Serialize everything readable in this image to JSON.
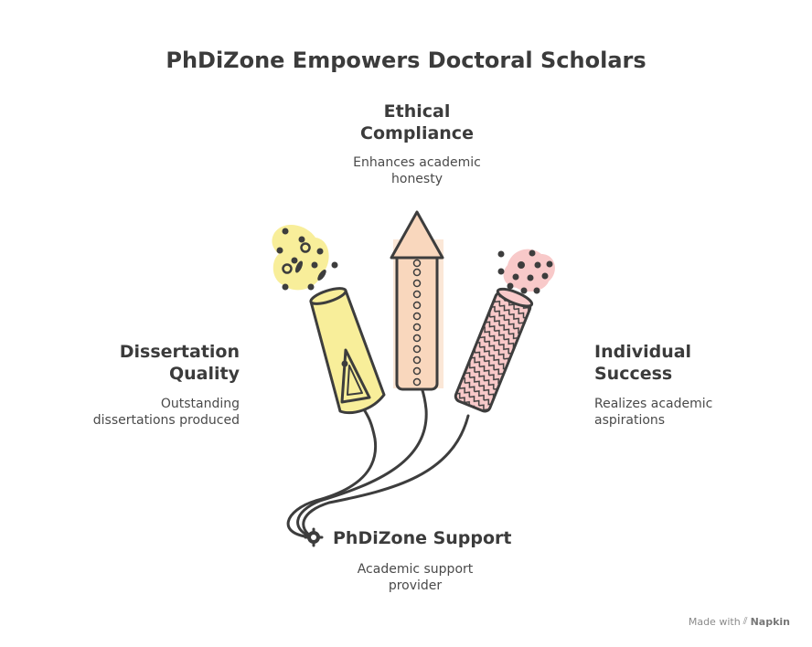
{
  "title": "PhDiZone Empowers Doctoral Scholars",
  "nodes": {
    "ethical": {
      "heading_line1": "Ethical",
      "heading_line2": "Compliance",
      "desc_line1": "Enhances academic",
      "desc_line2": "honesty"
    },
    "dissertation": {
      "heading_line1": "Dissertation",
      "heading_line2": "Quality",
      "desc_line1": "Outstanding",
      "desc_line2": "dissertations produced"
    },
    "individual": {
      "heading_line1": "Individual",
      "heading_line2": "Success",
      "desc_line1": "Realizes academic",
      "desc_line2": "aspirations"
    },
    "support": {
      "heading": "PhDiZone Support",
      "desc_line1": "Academic support",
      "desc_line2": "provider"
    }
  },
  "colors": {
    "yellow": "#f8ee9a",
    "peach": "#f9d7bd",
    "pink": "#f8c9c9",
    "outline": "#3d3d3d"
  },
  "footer": {
    "made_with": "Made with",
    "brand_icon": "napkin-logo-icon",
    "brand": "Napkin"
  }
}
